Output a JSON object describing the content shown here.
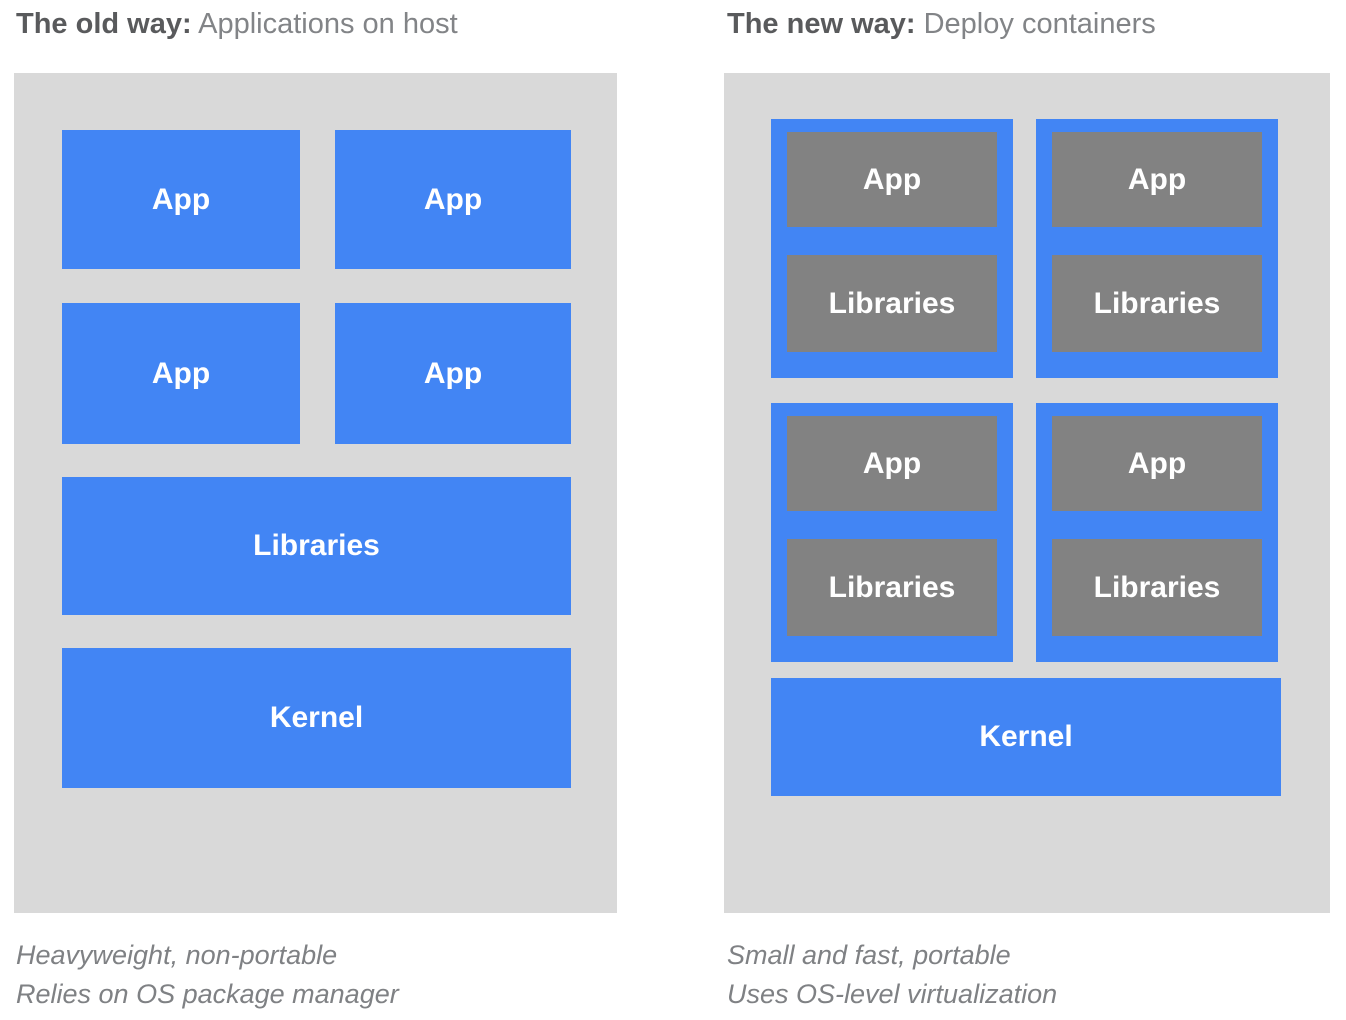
{
  "colors": {
    "accent_blue": "#4285f4",
    "panel_gray": "#d9d9d9",
    "box_gray": "#828282",
    "title_dark": "#595a5c",
    "title_light": "#828487",
    "caption_gray": "#7f8184",
    "label_white": "#ffffff"
  },
  "left": {
    "title_bold": "The old way:",
    "title_rest": "Applications on host",
    "apps": [
      "App",
      "App",
      "App",
      "App"
    ],
    "libraries_label": "Libraries",
    "kernel_label": "Kernel",
    "caption_line1": "Heavyweight, non-portable",
    "caption_line2": "Relies on OS package manager"
  },
  "right": {
    "title_bold": "The new way:",
    "title_rest": "Deploy containers",
    "containers": [
      {
        "app": "App",
        "libraries": "Libraries"
      },
      {
        "app": "App",
        "libraries": "Libraries"
      },
      {
        "app": "App",
        "libraries": "Libraries"
      },
      {
        "app": "App",
        "libraries": "Libraries"
      }
    ],
    "kernel_label": "Kernel",
    "caption_line1": "Small and fast, portable",
    "caption_line2": "Uses OS-level virtualization"
  }
}
